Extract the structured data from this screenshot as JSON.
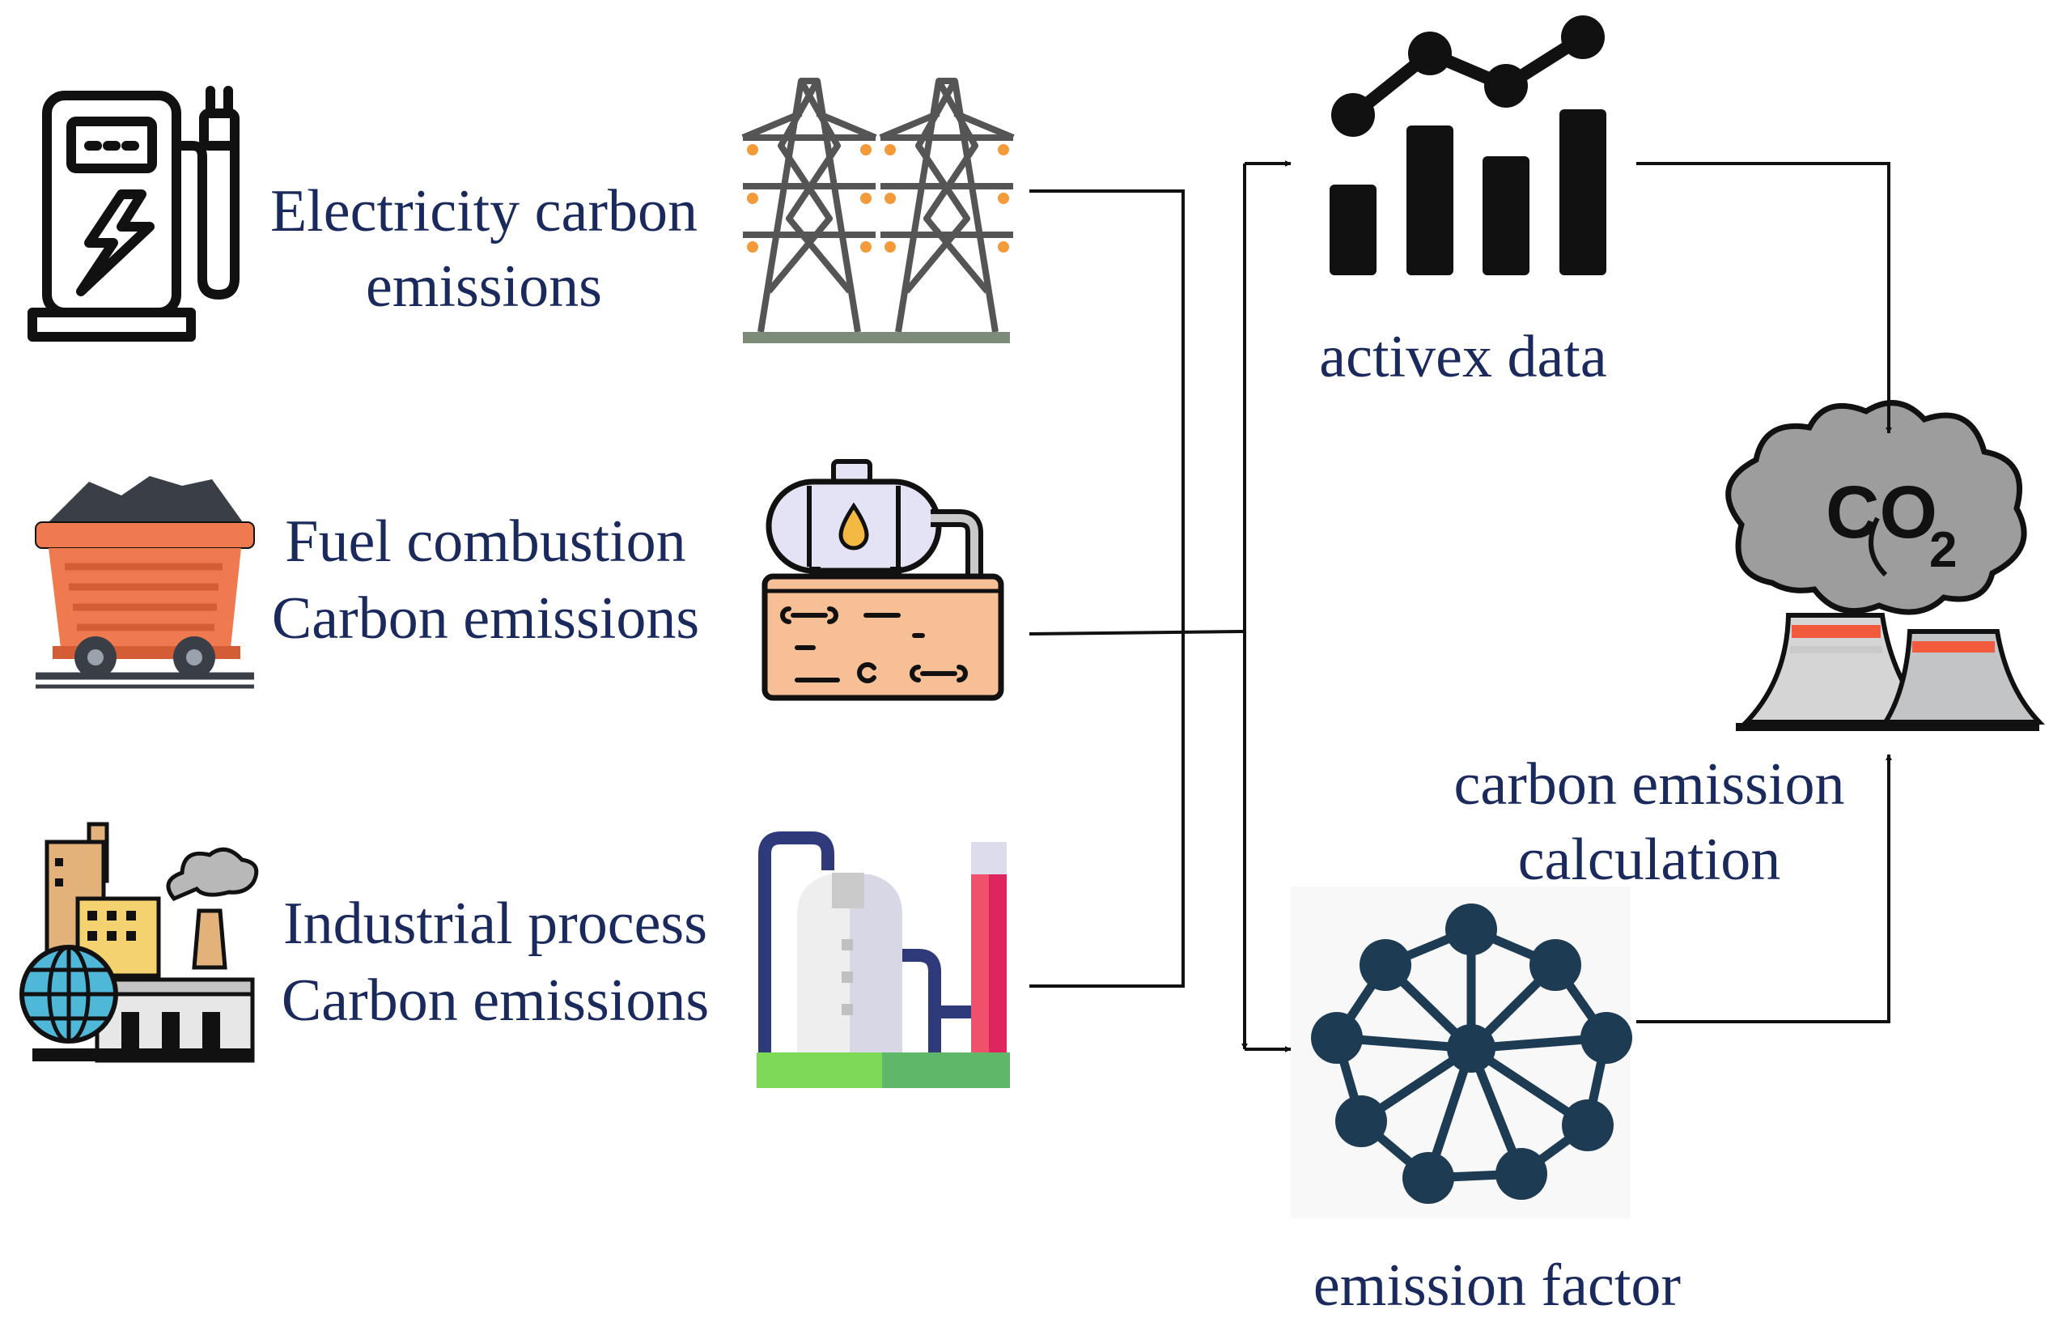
{
  "colors": {
    "text": "#1b2a5c",
    "line": "#111111",
    "coal_cart": "#f07a50",
    "coal": "#3a3f47",
    "fuel_ground": "#f7bf95",
    "tank": "#e4e2f5",
    "factory_brick": "#e3b27a",
    "globe": "#4fb8d8",
    "plant_green": "#7ed957",
    "plant_red": "#f1506a",
    "tower_grey": "#555555",
    "network": "#1d3b53",
    "cloud": "#9d9d9d",
    "cooling_tower": "#d5d5d5",
    "stripe_red": "#f15a3a"
  },
  "sources": [
    {
      "line1": "Electricity carbon",
      "line2": "emissions",
      "left_icon": "ev-charging-station-icon",
      "right_icon": "power-transmission-tower-icon"
    },
    {
      "line1": "Fuel combustion",
      "line2": "Carbon emissions",
      "left_icon": "coal-mine-cart-icon",
      "right_icon": "underground-fuel-tank-icon"
    },
    {
      "line1": "Industrial process",
      "line2": "Carbon emissions",
      "left_icon": "industrial-city-globe-icon",
      "right_icon": "industrial-plant-icon"
    }
  ],
  "activity": {
    "label": "activex data",
    "icon": "bar-line-chart-icon"
  },
  "factor": {
    "label": "emission factor",
    "icon": "network-hub-icon"
  },
  "result": {
    "line1": "carbon emission",
    "line2": "calculation",
    "icon": "co2-cooling-tower-icon",
    "co2_text": "CO",
    "co2_sub": "2"
  }
}
